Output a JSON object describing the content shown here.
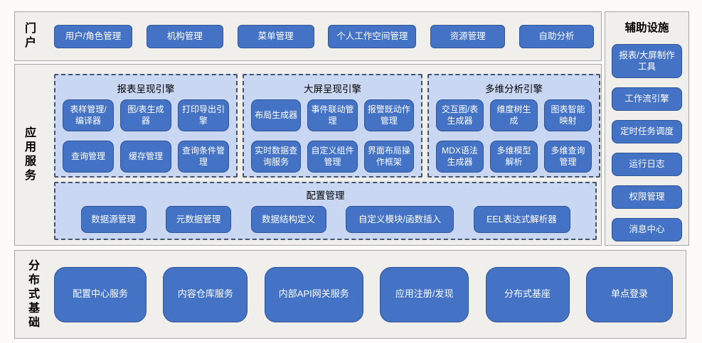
{
  "palette": {
    "button_blue": "#4472c4",
    "button_border": "#2f5597",
    "panel_fill": "#c9d7f3",
    "panel_dash_border": "#44546a",
    "section_bg": "#f0efec",
    "section_border": "#a6a6a6",
    "text_on_button": "#ffffff"
  },
  "portal": {
    "label": "门户",
    "items": [
      "用户/角色管理",
      "机构管理",
      "菜单管理",
      "个人工作空间管理",
      "资源管理",
      "自助分析"
    ]
  },
  "app_services": {
    "label": "应用服务",
    "engines": [
      {
        "title": "报表呈现引擎",
        "items": [
          "表样管理/编译器",
          "图/表生成器",
          "打印导出引擎",
          "查询管理",
          "缓存管理",
          "查询条件管理"
        ]
      },
      {
        "title": "大屏呈现引擎",
        "items": [
          "布局生成器",
          "事件联动管理",
          "报警既动作管理",
          "实时数据查询服务",
          "自定义组件管理",
          "界面布局操作框架"
        ]
      },
      {
        "title": "多维分析引擎",
        "items": [
          "交互图/表生成器",
          "维度树生成",
          "图表智能映射",
          "MDX语法生成器",
          "多维模型解析",
          "多维查询管理"
        ]
      }
    ],
    "config": {
      "title": "配置管理",
      "items": [
        "数据源管理",
        "元数据管理",
        "数据结构定义",
        "自定义模块/函数插入",
        "EEL表达式解析器"
      ]
    }
  },
  "distributed": {
    "label": "分布式基础",
    "items": [
      "配置中心服务",
      "内容仓库服务",
      "内部API网关服务",
      "应用注册/发现",
      "分布式基座",
      "单点登录"
    ]
  },
  "auxiliary": {
    "title": "辅助设施",
    "items": [
      "报表/大屏制作工具",
      "工作流引擎",
      "定时任务调度",
      "运行日志",
      "权限管理",
      "消息中心"
    ]
  }
}
